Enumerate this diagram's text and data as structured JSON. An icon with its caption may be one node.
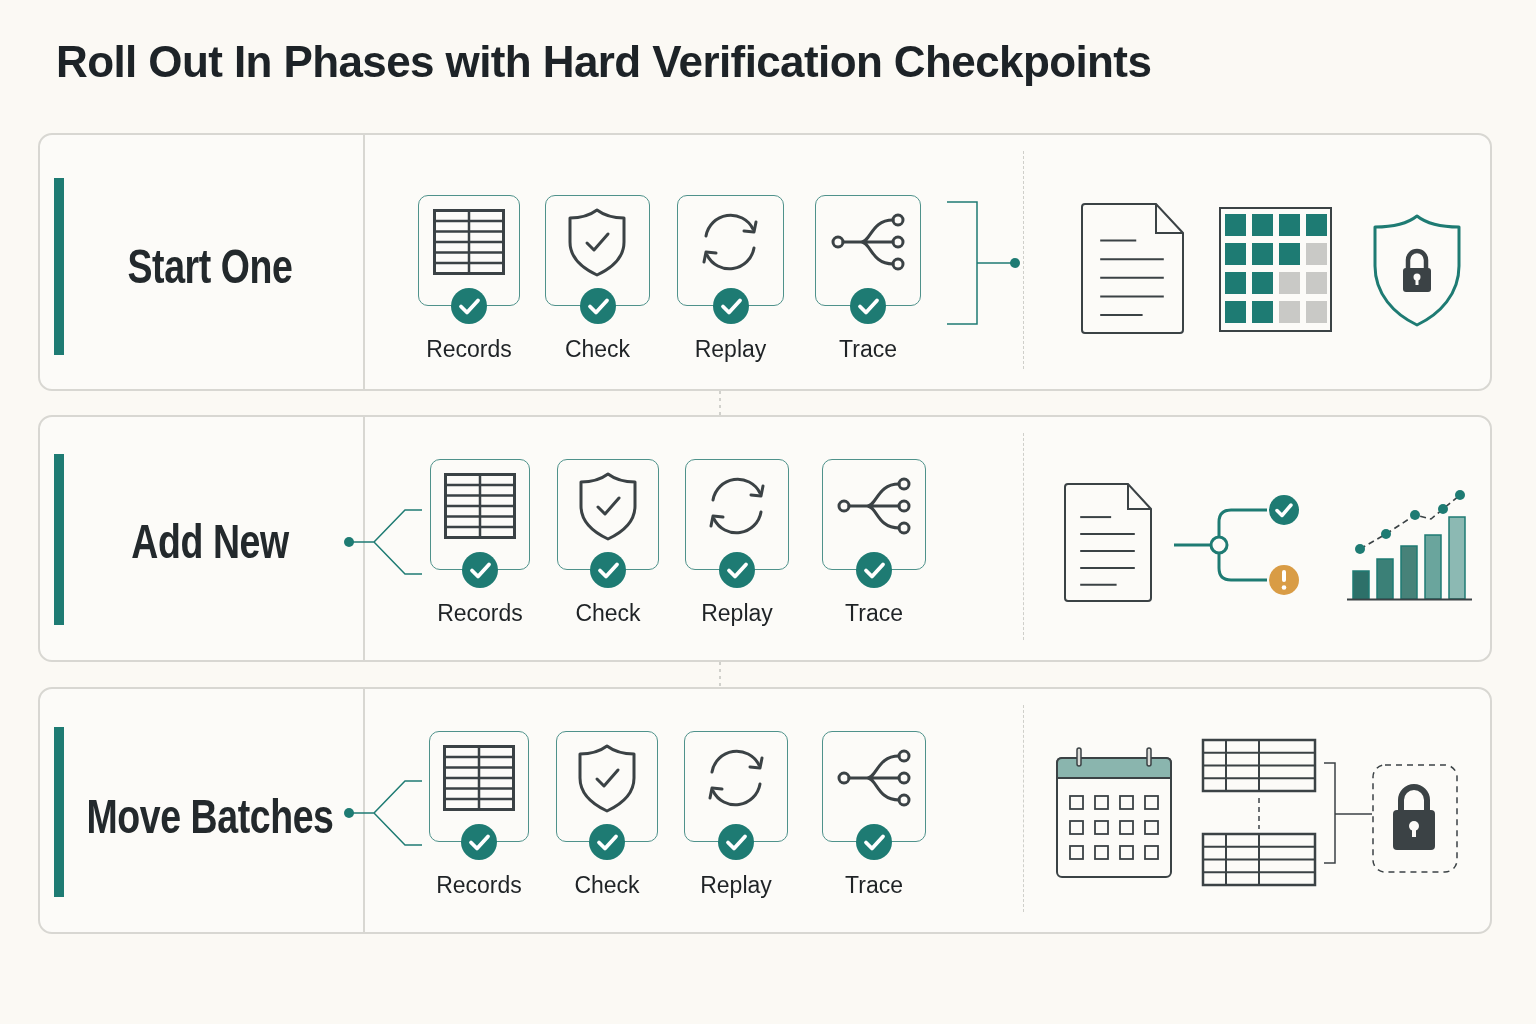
{
  "diagram": {
    "title": "Roll Out In Phases with Hard Verification Checkpoints",
    "nodes": [
      {
        "text": [
          "Start One"
        ]
      },
      {
        "text": [
          "Records"
        ],
        "in": 0
      },
      {
        "text": [
          "Check"
        ],
        "in": 0
      },
      {
        "text": [
          "Replay"
        ],
        "in": 0
      },
      {
        "text": [
          "Trace"
        ],
        "in": 0
      },
      {
        "text": [
          "Add New"
        ]
      },
      {
        "text": [
          "Records"
        ],
        "in": 5
      },
      {
        "text": [
          "Check"
        ],
        "in": 5
      },
      {
        "text": [
          "Replay"
        ],
        "in": 5
      },
      {
        "text": [
          "Trace"
        ],
        "in": 5
      },
      {
        "text": [
          "Move Batches"
        ]
      },
      {
        "text": [
          "Records"
        ],
        "in": 10
      },
      {
        "text": [
          "Check"
        ],
        "in": 10
      },
      {
        "text": [
          "Replay"
        ],
        "in": 10
      },
      {
        "text": [
          "Trace"
        ],
        "in": 10
      }
    ],
    "edges": [
      {
        "from": 0,
        "to": 5,
        "arrow": "none",
        "style": "dashed"
      },
      {
        "from": 5,
        "to": 10,
        "arrow": "none",
        "style": "dashed"
      }
    ]
  }
}
